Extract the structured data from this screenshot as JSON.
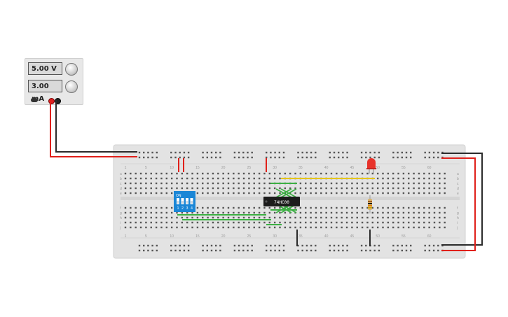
{
  "power_supply": {
    "voltage_display": "5.00 V",
    "current_display": "3.00 mA"
  },
  "chip": {
    "label": "74HC00"
  },
  "dip_switch": {
    "on_label": "ON",
    "switch_numbers": [
      "1",
      "2",
      "3",
      "4"
    ]
  },
  "breadboard": {
    "column_numbers": [
      "1",
      "5",
      "10",
      "15",
      "20",
      "25",
      "30",
      "35",
      "40",
      "45",
      "50",
      "55",
      "60"
    ],
    "row_letters_top": [
      "a",
      "b",
      "c",
      "d",
      "e"
    ],
    "row_letters_bottom": [
      "f",
      "g",
      "h",
      "i",
      "j"
    ]
  },
  "colors": {
    "wire_red": "#e0201a",
    "wire_black": "#2b2b2b",
    "wire_green": "#3cb043",
    "wire_yellow": "#e6c619",
    "led_red": "#e8322a",
    "dip_blue": "#1a86d6",
    "board": "#e3e3e3"
  }
}
